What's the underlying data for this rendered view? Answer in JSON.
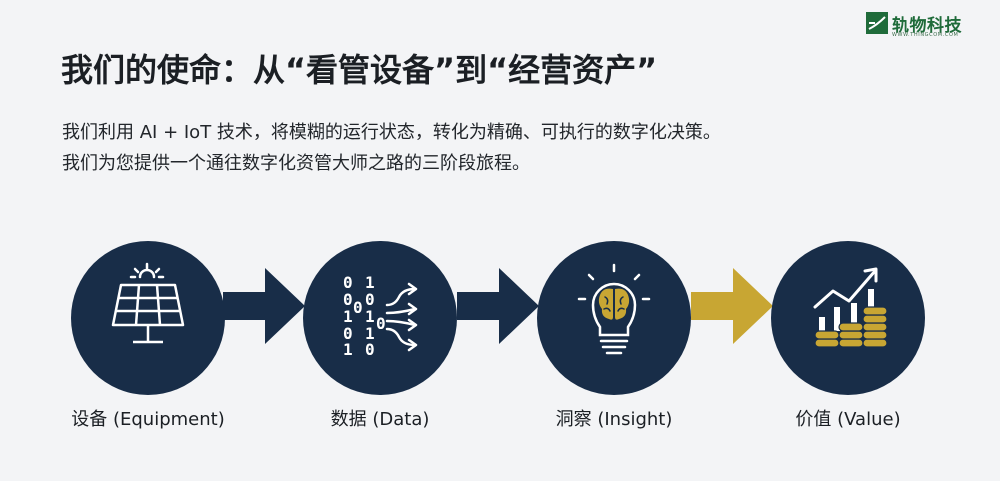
{
  "header": {
    "logo_text": "轨物科技",
    "logo_sub": "WWW.THINGCOM.COM",
    "title": "我们的使命：从“看管设备”到“经营资产”"
  },
  "description": [
    "我们利用 AI + IoT 技术，将模糊的运行状态，转化为精确、可执行的数字化决策。",
    "我们为您提供一个通往数字化资管大师之路的三阶段旅程。"
  ],
  "stages": [
    {
      "label": "设备 (Equipment)",
      "icon": "solar-panel-icon"
    },
    {
      "label": "数据 (Data)",
      "icon": "binary-data-icon"
    },
    {
      "label": "洞察 (Insight)",
      "icon": "lightbulb-brain-icon"
    },
    {
      "label": "价值 (Value)",
      "icon": "growth-coins-icon"
    }
  ],
  "data_digits": [
    "0",
    "1",
    "0",
    "0",
    "1",
    "1",
    "0",
    "1",
    "0",
    "0",
    "1",
    "0"
  ],
  "colors": {
    "circle": "#182d48",
    "arrow": "#182d48",
    "arrow_highlight": "#c8a633",
    "gold": "#c8a633",
    "brand_green": "#1f6b3a",
    "background": "#f3f4f6"
  }
}
